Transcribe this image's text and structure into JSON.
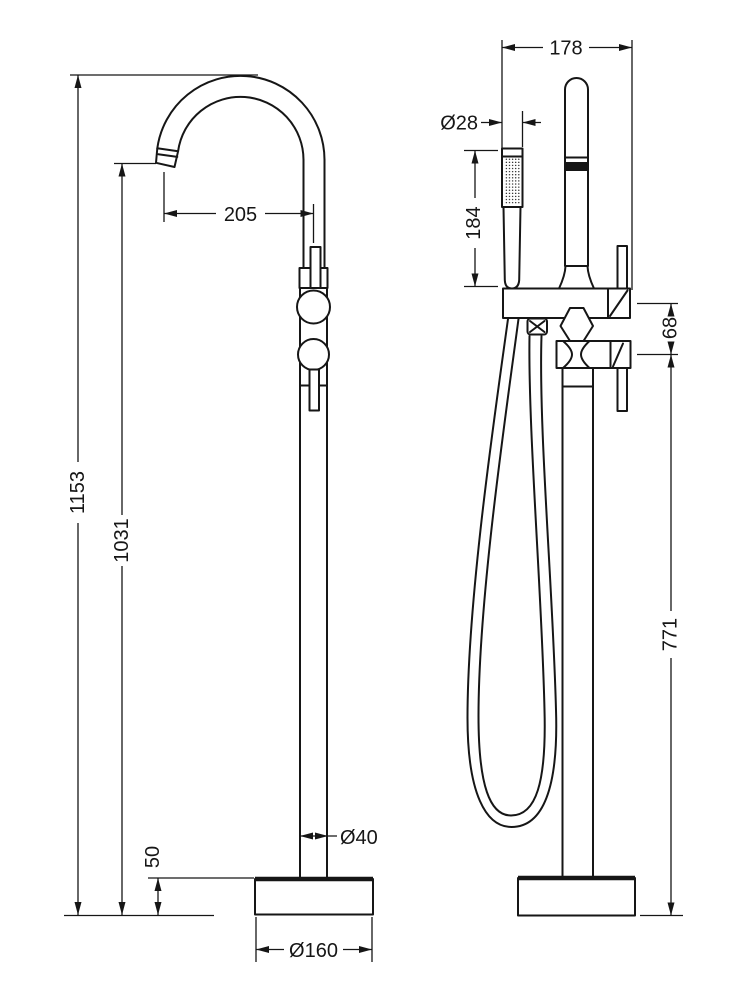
{
  "drawing": {
    "kind": "technical-dimension-drawing",
    "subject": "freestanding-bath-shower-mixer-tap",
    "background_color": "#ffffff",
    "line_color": "#161616"
  },
  "front_view": {
    "dimensions": {
      "total_height": "1153",
      "spout_height": "1031",
      "spout_reach": "205",
      "base_height": "50",
      "column_diameter": "Ø40",
      "base_diameter": "Ø160"
    }
  },
  "side_view": {
    "dimensions": {
      "overall_depth": "178",
      "handset_diameter": "Ø28",
      "handset_length": "184",
      "handle_spacing": "68",
      "handle_height": "771"
    }
  }
}
